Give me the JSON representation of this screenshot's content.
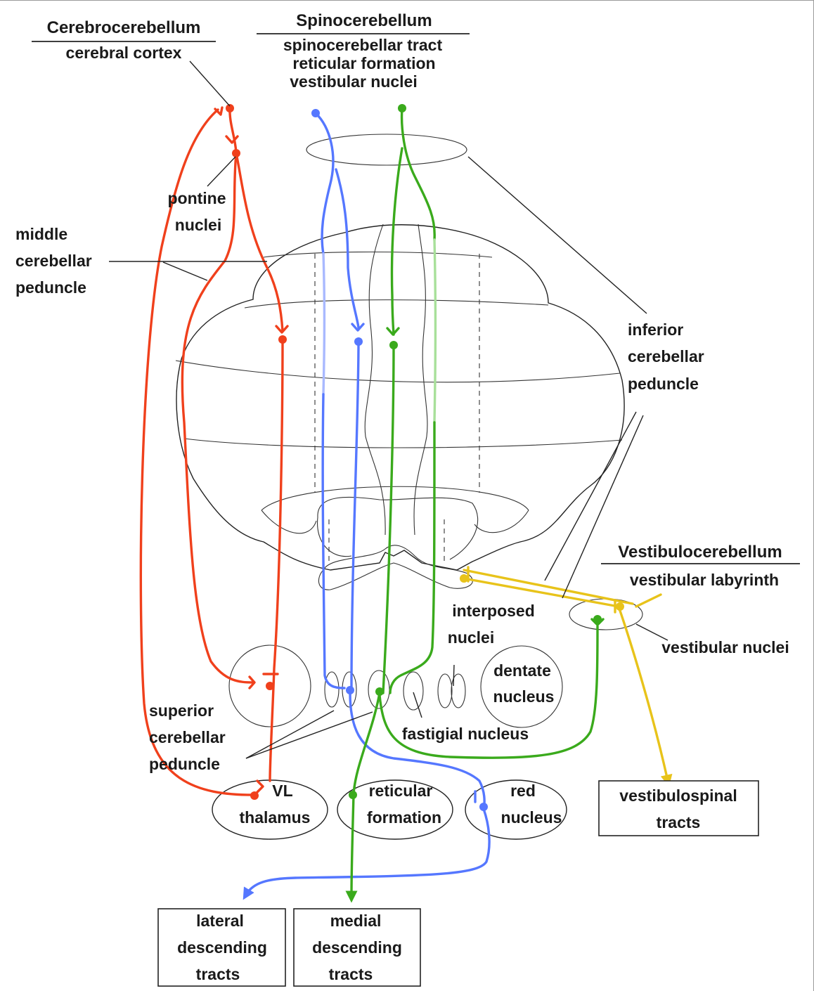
{
  "headers": {
    "cerebrocerebellum": {
      "title": "Cerebrocerebellum",
      "source": "cerebral cortex"
    },
    "spinocerebellum": {
      "title": "Spinocerebellum",
      "sources": [
        "spinocerebellar tract",
        "reticular formation",
        "vestibular nuclei"
      ]
    },
    "vestibulocerebellum": {
      "title": "Vestibulocerebellum",
      "source": "vestibular labyrinth"
    }
  },
  "labels": {
    "pontine_nuclei": [
      "pontine",
      "nuclei"
    ],
    "middle_cerebellar_peduncle": [
      "middle",
      "cerebellar",
      "peduncle"
    ],
    "inferior_cerebellar_peduncle": [
      "inferior",
      "cerebellar",
      "peduncle"
    ],
    "interposed_nuclei": [
      "interposed",
      "nuclei"
    ],
    "vestibular_nuclei": "vestibular nuclei",
    "dentate_nucleus": [
      "dentate",
      "nucleus"
    ],
    "fastigial_nucleus": "fastigial nucleus",
    "superior_cerebellar_peduncle": [
      "superior",
      "cerebellar",
      "peduncle"
    ],
    "vl_thalamus": [
      "VL",
      "thalamus"
    ],
    "reticular_formation": [
      "reticular",
      "formation"
    ],
    "red_nucleus": [
      "red",
      "nucleus"
    ]
  },
  "output_boxes": {
    "vestibulospinal": [
      "vestibulospinal",
      "tracts"
    ],
    "lateral_descending": [
      "lateral",
      "descending",
      "tracts"
    ],
    "medial_descending": [
      "medial",
      "descending",
      "tracts"
    ]
  },
  "colors": {
    "cerebro_pathway": "#f0401c",
    "spino_pathway_blue": "#5577ff",
    "spino_pathway_green": "#3aaa1c",
    "vestibulo_pathway": "#e8c31a",
    "outline": "#222222"
  }
}
